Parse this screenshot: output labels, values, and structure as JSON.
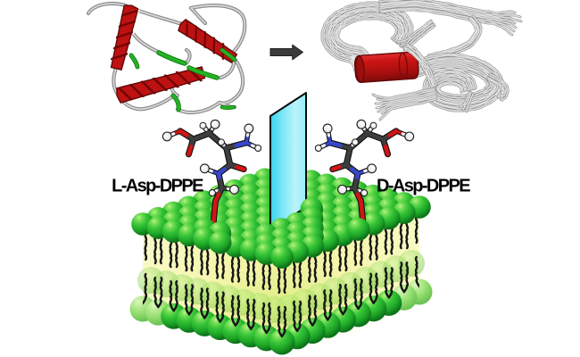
{
  "figure": {
    "type": "scientific-illustration",
    "background_color": "#ffffff",
    "labels": {
      "left_molecule": "L-Asp-DPPE",
      "right_molecule": "D-Asp-DPPE"
    },
    "icons": {
      "transition_arrow": "right-arrow"
    },
    "panels": {
      "protein_ribbon": {
        "colors": {
          "helix": "#bc1212",
          "sheet": "#23b323",
          "loop": "#a9a9a9"
        }
      },
      "fibril_bundle": {
        "colors": {
          "strand": "#d4d4d4",
          "core_cylinder": "#cc1414"
        }
      },
      "mirror_plane": {
        "fill": "#7ee7f7",
        "border": "#0a0a0a"
      },
      "molecules": {
        "carbon": "#3d3d3d",
        "oxygen": "#cf1616",
        "nitrogen": "#3847c8",
        "hydrogen": "#f4f4f4"
      },
      "membrane": {
        "headgroup": "#28b32c",
        "tails": "#161616",
        "interior": "#f6f6ae"
      }
    }
  }
}
